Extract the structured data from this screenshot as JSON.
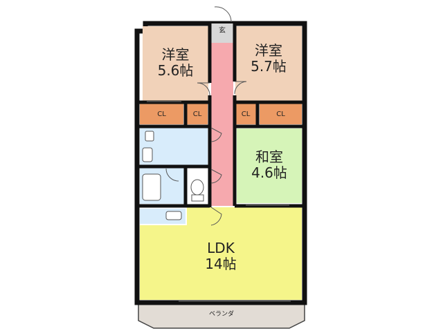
{
  "colors": {
    "wall": "#111111",
    "western_room": "#f1d2b9",
    "japanese_room": "#d6f4b8",
    "ldk": "#f5f58a",
    "closet": "#ec9a64",
    "water": "#d8ecfb",
    "corridor": "#f6a9ae",
    "entrance": "#d7d7d7",
    "balcony": "#e2dcd5"
  },
  "rooms": {
    "western1": {
      "name": "洋室",
      "size": "5.6帖"
    },
    "western2": {
      "name": "洋室",
      "size": "5.7帖"
    },
    "japanese": {
      "name": "和室",
      "size": "4.6帖"
    },
    "ldk": {
      "name": "LDK",
      "size": "14帖"
    }
  },
  "entrance": "玄",
  "closets": [
    "CL",
    "CL",
    "CL",
    "CL"
  ],
  "balcony": "ベランダ"
}
